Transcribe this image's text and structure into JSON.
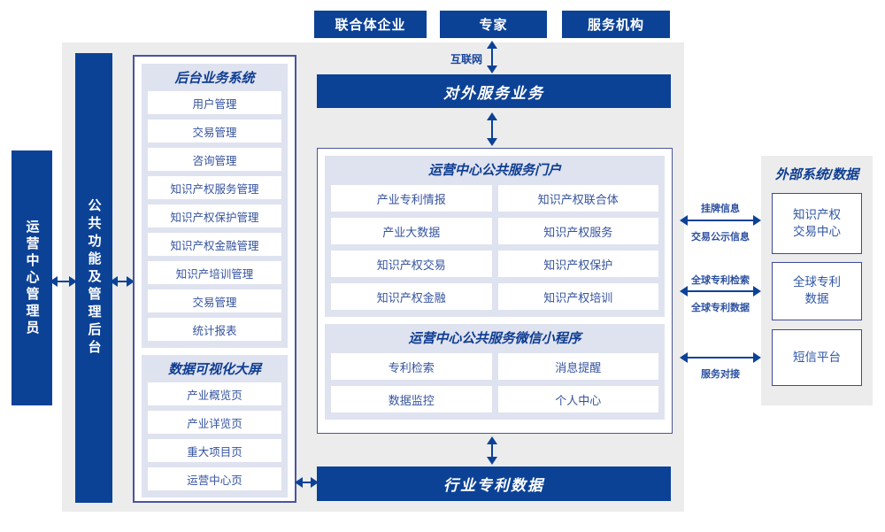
{
  "colors": {
    "primary": "#0c4296",
    "panel": "#dfe2ef",
    "border": "#4a549e",
    "item_text": "#35539f",
    "background": "#ececec"
  },
  "top_actors": [
    {
      "label": "联合体企业"
    },
    {
      "label": "专家"
    },
    {
      "label": "服务机构"
    }
  ],
  "internet_label": "互联网",
  "bars": {
    "external_service": "对外服务业务",
    "industry_data": "行业专利数据"
  },
  "left": {
    "admin": "运营中心管理员",
    "public_backend": "公共功能及管理后台"
  },
  "backend_panel": {
    "title": "后台业务系统",
    "items": [
      "用户管理",
      "交易管理",
      "咨询管理",
      "知识产权服务管理",
      "知识产权保护管理",
      "知识产权金融管理",
      "知识产培训管理",
      "交易管理",
      "统计报表"
    ]
  },
  "dashboard_panel": {
    "title": "数据可视化大屏",
    "items": [
      "产业概览页",
      "产业详览页",
      "重大项目页",
      "运营中心页"
    ]
  },
  "portal": {
    "title": "运营中心公共服务门户",
    "items": [
      "产业专利情报",
      "知识产权联合体",
      "产业大数据",
      "知识产权服务",
      "知识产权交易",
      "知识产权保护",
      "知识产权金融",
      "知识产权培训"
    ]
  },
  "miniprogram": {
    "title": "运营中心公共服务微信小程序",
    "items": [
      "专利检索",
      "消息提醒",
      "数据监控",
      "个人中心"
    ]
  },
  "external": {
    "title": "外部系统/数据",
    "systems": [
      "知识产权交易中心",
      "全球专利数据",
      "短信平台"
    ],
    "links": [
      {
        "top": "挂牌信息",
        "bottom": "交易公示信息"
      },
      {
        "top": "全球专利检索",
        "bottom": "全球专利数据"
      },
      {
        "top": "",
        "bottom": "服务对接"
      }
    ]
  }
}
